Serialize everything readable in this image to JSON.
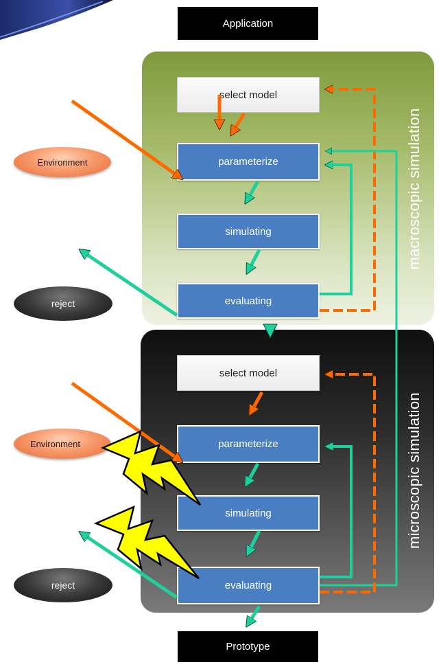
{
  "top_box": {
    "label": "Application"
  },
  "bottom_box": {
    "label": "Prototype"
  },
  "macro": {
    "title": "macroscopic simulation",
    "select": "select model",
    "parameterize": "parameterize",
    "simulating": "simulating",
    "evaluating": "evaluating",
    "environment": "Environment",
    "reject": "reject"
  },
  "micro": {
    "title": "microscopic simulation",
    "select": "select model",
    "parameterize": "parameterize",
    "simulating": "simulating",
    "evaluating": "evaluating",
    "environment": "Environment",
    "reject": "reject"
  },
  "colors": {
    "orange": "#ff6a00",
    "teal": "#1fcf9c",
    "blue": "#4a7ec2",
    "bolt": "#ffff00"
  }
}
